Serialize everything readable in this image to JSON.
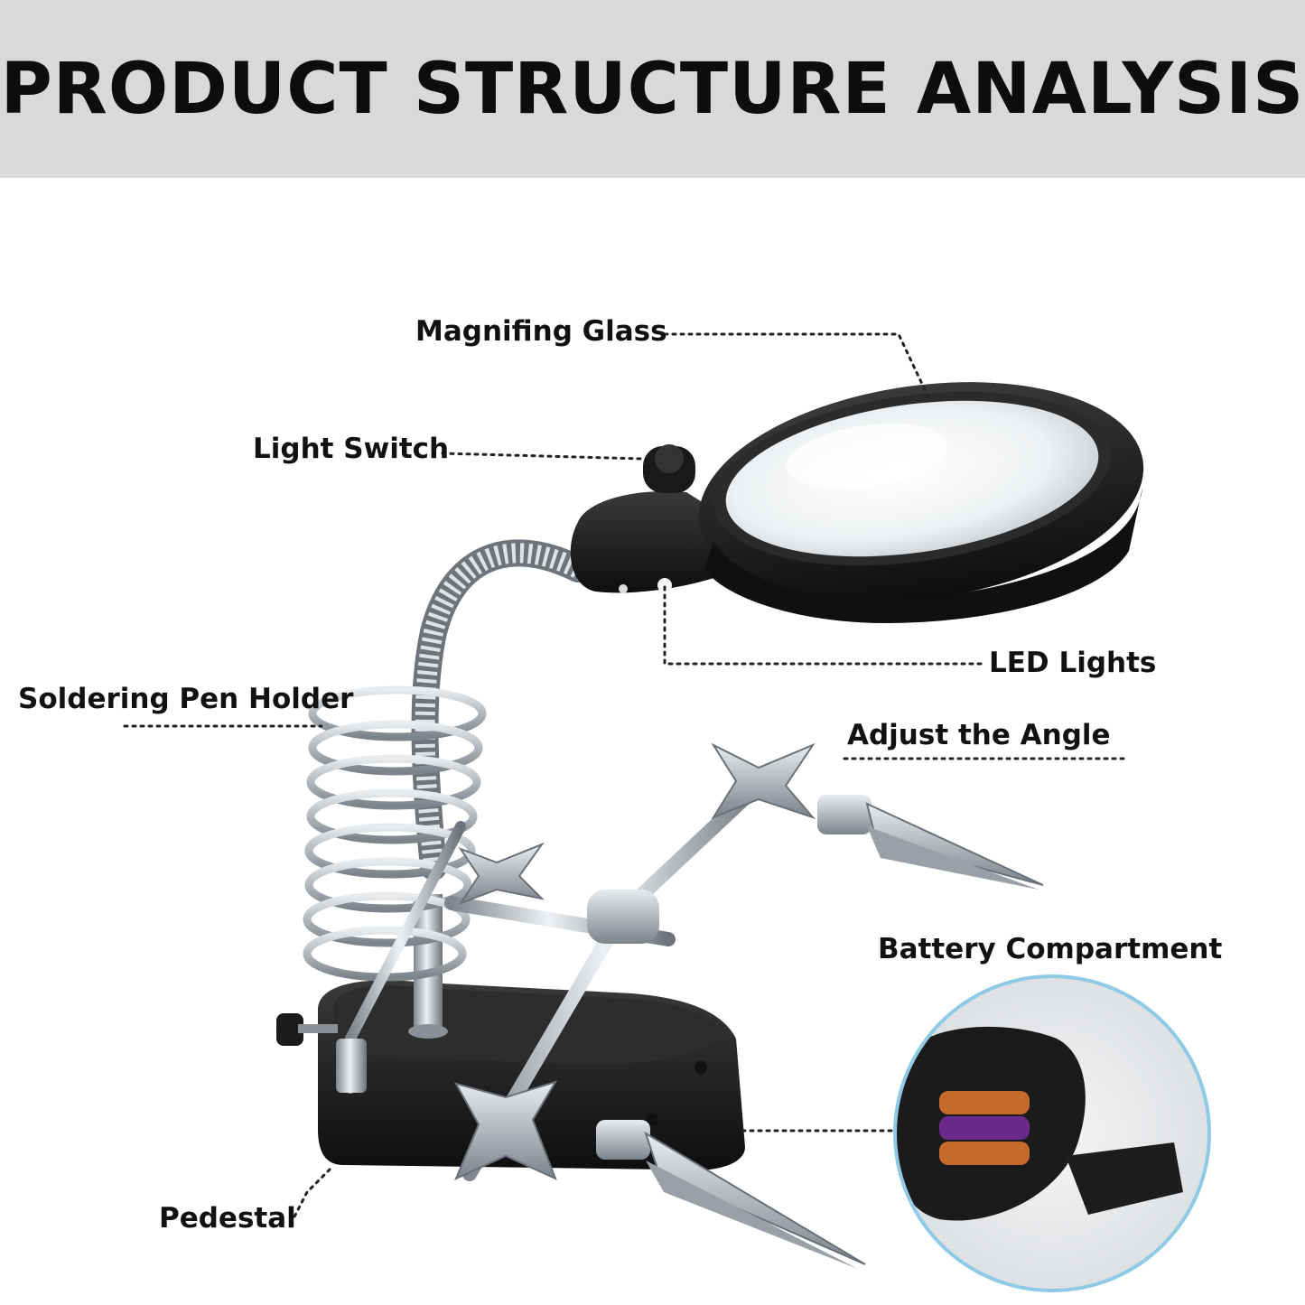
{
  "header": {
    "title": "PRODUCT STRUCTURE ANALYSIS"
  },
  "labels": {
    "magnifying_glass": "Magnifing Glass",
    "light_switch": "Light Switch",
    "led_lights": "LED Lights",
    "soldering_pen_holder": "Soldering Pen Holder",
    "adjust_angle": "Adjust the Angle",
    "battery_compartment": "Battery Compartment",
    "pedestal": "Pedestal"
  },
  "colors": {
    "header_bg": "#d9d9d9",
    "plastic": "#1c1c1c",
    "metal": "#b9bec4",
    "callout_ring": "#8ec9e6"
  },
  "icons": [
    "magnifier-illustration",
    "spring-coil-illustration",
    "alligator-clip-illustration",
    "battery-illustration"
  ]
}
